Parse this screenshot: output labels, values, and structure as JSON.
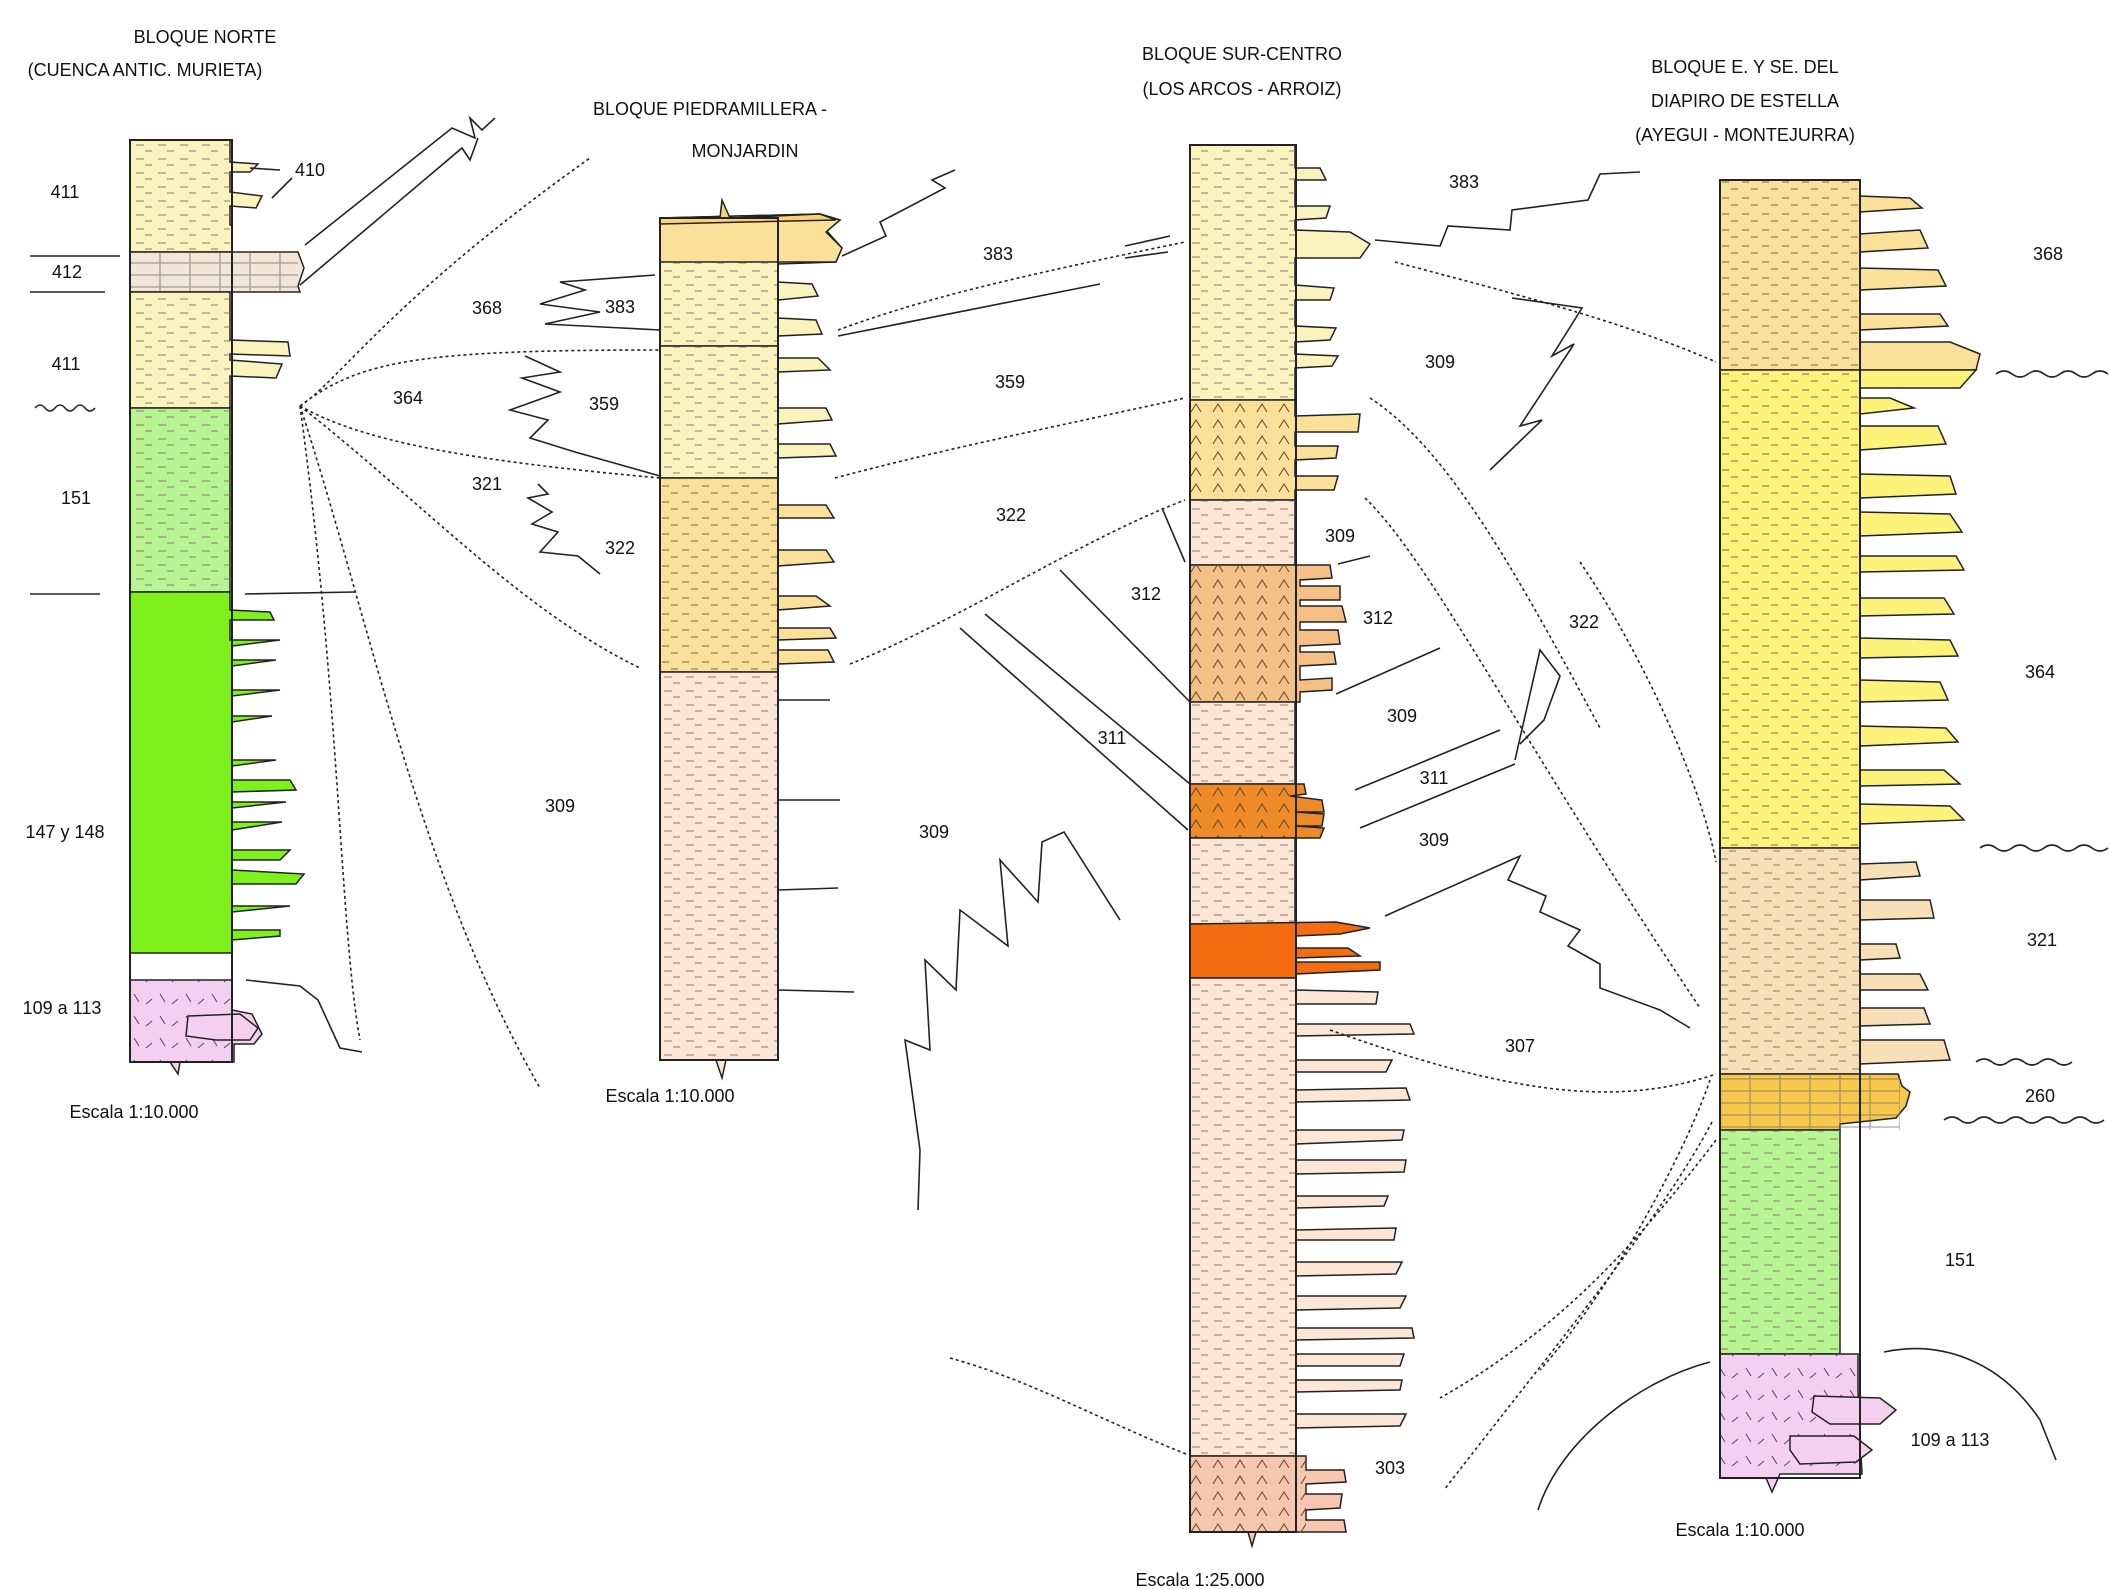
{
  "colors": {
    "pale_yellow": "#faf3bd",
    "yellow": "#fdf27a",
    "light_orange_yellow": "#fbe09a",
    "beige_limestone": "#f3e6d6",
    "light_green": "#b6f592",
    "bright_green": "#7ef11c",
    "pink_evaporite": "#f3cff0",
    "peach_marl": "#fce6d6",
    "tan_sand": "#f7dfb8",
    "orange_sand": "#f5c086",
    "orange_dark": "#ee8a28",
    "orange_red": "#f36c10",
    "amber": "#f8c84c",
    "salmon": "#f6c6ae"
  },
  "columns": [
    {
      "id": "norte",
      "title_lines": [
        "BLOQUE NORTE",
        "(CUENCA ANTIC. MURIETA)"
      ],
      "scale": "Escala 1:10.000",
      "units": [
        "410",
        "411",
        "412",
        "411",
        "151",
        "147 y 148",
        "109 a 113"
      ]
    },
    {
      "id": "piedramillera",
      "title_lines": [
        "BLOQUE PIEDRAMILLERA -",
        "MONJARDIN"
      ],
      "scale": "Escala 1:10.000",
      "units": [
        "383",
        "368",
        "383",
        "364",
        "359",
        "321",
        "322",
        "309"
      ]
    },
    {
      "id": "surcentro",
      "title_lines": [
        "BLOQUE SUR-CENTRO",
        "(LOS ARCOS - ARROIZ)"
      ],
      "scale": "Escala 1:25.000",
      "units": [
        "383",
        "359",
        "309",
        "322",
        "309",
        "312",
        "312",
        "311",
        "309",
        "311",
        "309",
        "309",
        "307",
        "303"
      ]
    },
    {
      "id": "estella",
      "title_lines": [
        "BLOQUE E. Y SE. DEL",
        "DIAPIRO DE ESTELLA",
        "(AYEGUI - MONTEJURRA)"
      ],
      "scale": "Escala 1:10.000",
      "units": [
        "368",
        "322",
        "364",
        "321",
        "260",
        "151",
        "109 a 113"
      ]
    }
  ]
}
